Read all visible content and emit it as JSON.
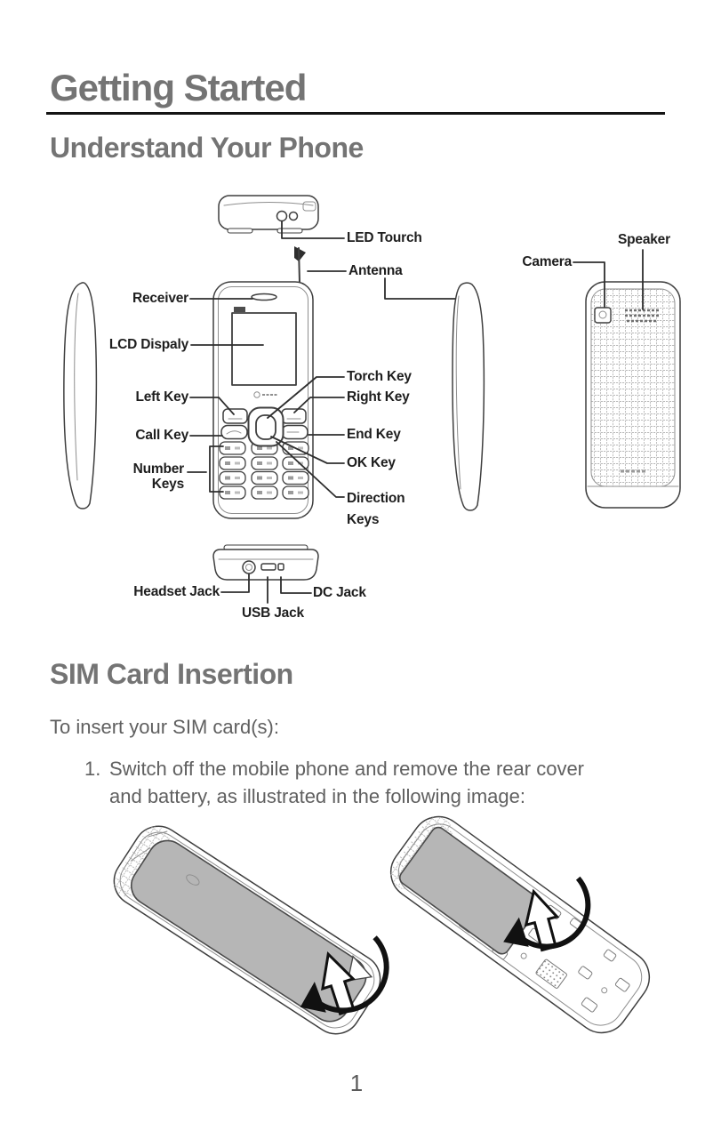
{
  "page": {
    "title": "Getting Started",
    "page_number": "1"
  },
  "sections": {
    "understand": {
      "heading": "Understand Your Phone",
      "labels": {
        "led_torch": "LED Tourch",
        "antenna": "Antenna",
        "receiver": "Receiver",
        "lcd_display": "LCD Dispaly",
        "left_key": "Left Key",
        "call_key": "Call Key",
        "number_keys": "Number Keys",
        "torch_key": "Torch Key",
        "right_key": "Right Key",
        "end_key": "End Key",
        "ok_key": "OK Key",
        "direction_keys": "Direction Keys",
        "camera": "Camera",
        "speaker": "Speaker",
        "headset_jack": "Headset Jack",
        "usb_jack": "USB Jack",
        "dc_jack": "DC Jack"
      }
    },
    "sim": {
      "heading": "SIM Card Insertion",
      "intro": "To insert your SIM card(s):",
      "steps": [
        {
          "number": "1.",
          "lines": [
            "Switch off the mobile phone and remove the rear cover",
            "and battery, as illustrated in the following image:"
          ]
        }
      ]
    }
  },
  "colors": {
    "heading_gray": "#747474",
    "body_gray": "#606060",
    "label_color": "#1e1e1e",
    "line_color": "#3f3f3f",
    "fill_gray": "#b6b6b6",
    "rule_color": "#141414",
    "page_bg": "#ffffff"
  }
}
